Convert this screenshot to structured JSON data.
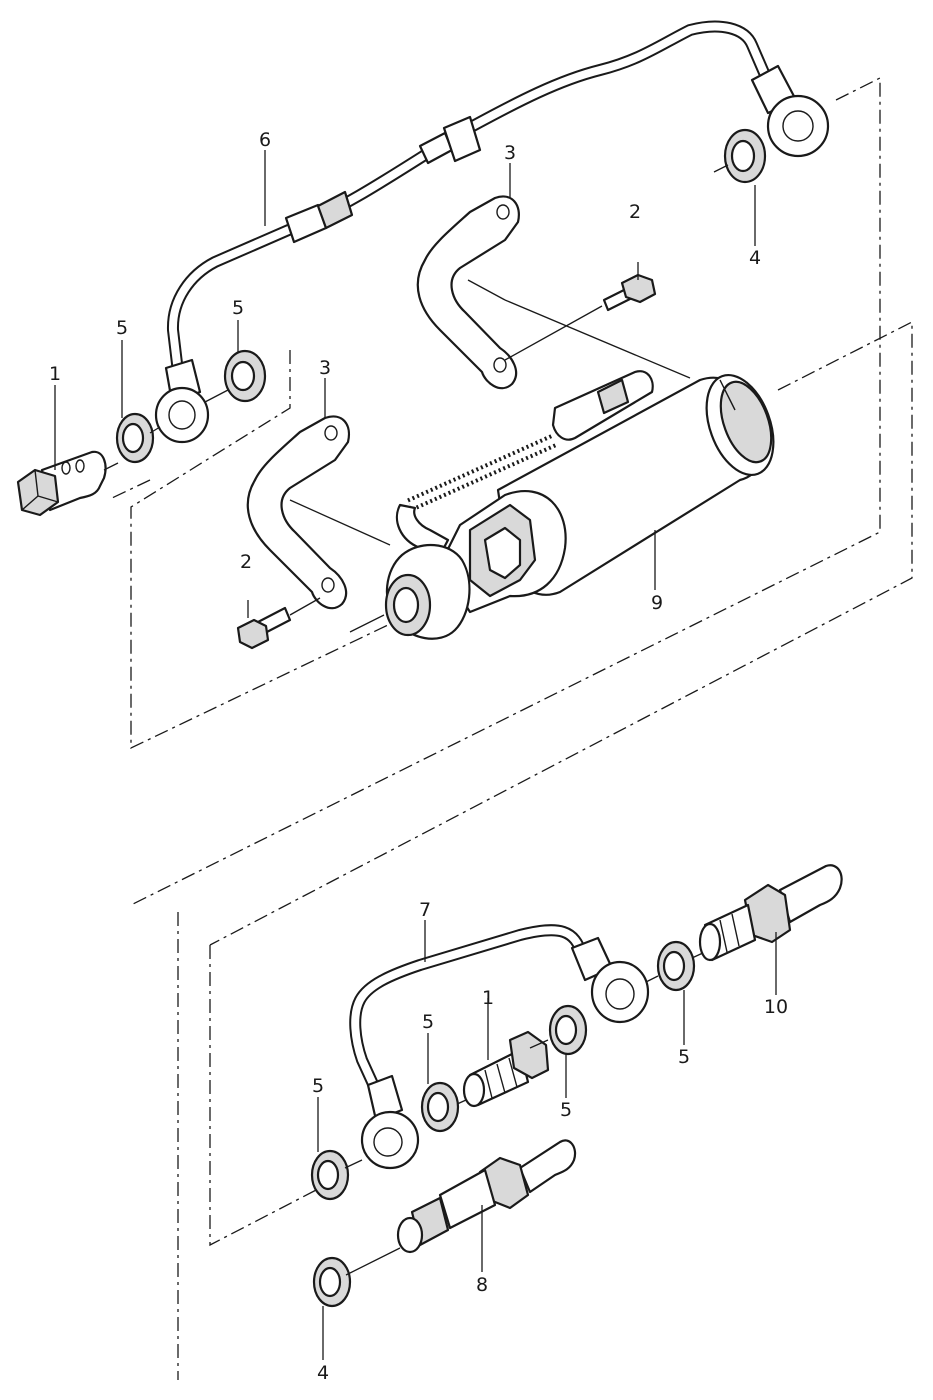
{
  "diagram": {
    "callouts": {
      "c1_top": "1",
      "c5_top_left": "5",
      "c5_top_mid": "5",
      "c6": "6",
      "c3_upper": "3",
      "c2_upper": "2",
      "c4_top": "4",
      "c3_lower": "3",
      "c2_lower": "2",
      "c9": "9",
      "c7": "7",
      "c1_bottom": "1",
      "c5_b1": "5",
      "c5_b2": "5",
      "c5_b3": "5",
      "c5_b4": "5",
      "c10": "10",
      "c8": "8",
      "c4_bottom": "4"
    }
  }
}
